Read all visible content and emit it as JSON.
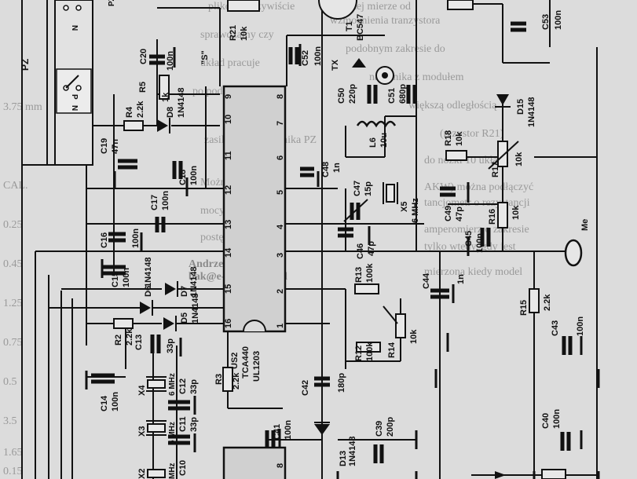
{
  "background_text": {
    "top_right": [
      "w dużej mierze od",
      "wzmocnienia tranzystora",
      "podobnym zakresie do",
      "nadajnika z modułem",
      "większą odległością",
      "(rezystor R21)"
    ],
    "right_col": [
      "do nóżki 10 układu",
      "AKW) można podłączyć",
      "tancjometr o rezystancji",
      "amperomierz o zakresie",
      "tylko wtedy, gdy jest",
      "mierzona kiedy model"
    ],
    "middle_col": [
      "plików. Oczywiście",
      "sprawdzamy czy",
      "układ pracuje",
      "po podłączeniu",
      "zasilania przełącznika PZ",
      "Można nadajnik",
      "mocy nadajnika",
      "postępując do",
      "Andrzej Jarzyński",
      "bak@e-writer.com.pl"
    ],
    "left_col": [
      "3.75 mm",
      "CAL.",
      "0.25",
      "0.45",
      "1.25",
      "0.75",
      "0.5",
      "3.5",
      "1.65",
      "0.15"
    ]
  },
  "components": {
    "R21": {
      "name": "R21",
      "value": "10k"
    },
    "T1": {
      "name": "T1",
      "value": "BC547"
    },
    "C53": {
      "name": "C53",
      "value": "100n"
    },
    "C20": {
      "name": "C20",
      "value": "100n"
    },
    "C52": {
      "name": "C52",
      "value": "100n"
    },
    "S": {
      "name": "\"S\""
    },
    "TX": {
      "name": "TX"
    },
    "R5": {
      "name": "R5",
      "value": "1k"
    },
    "C50": {
      "name": "C50",
      "value": "220p"
    },
    "C51": {
      "name": "C51",
      "value": "680p"
    },
    "R4": {
      "name": "R4",
      "value": "2.2k"
    },
    "D8": {
      "name": "D8",
      "value": "1N4148"
    },
    "D15": {
      "name": "D15",
      "value": "1N4148"
    },
    "C19": {
      "name": "C19",
      "value": "47n"
    },
    "L6": {
      "name": "L6",
      "value": "10u"
    },
    "R18": {
      "name": "R18",
      "value": "10k"
    },
    "R17": {
      "name": "R17",
      "value": "10k"
    },
    "C18": {
      "name": "C18",
      "value": "100n"
    },
    "C48": {
      "name": "C48",
      "value": "1n"
    },
    "C47": {
      "name": "C47",
      "value": "15p"
    },
    "X5": {
      "name": "X5",
      "value": "6 MHz"
    },
    "C49": {
      "name": "C49",
      "value": "47p"
    },
    "C17": {
      "name": "C17",
      "value": "100n"
    },
    "R16": {
      "name": "R16",
      "value": "10k"
    },
    "C16": {
      "name": "C16",
      "value": "100n"
    },
    "C46": {
      "name": "C46",
      "value": "47p"
    },
    "C45": {
      "name": "C45",
      "value": "100n"
    },
    "Me": {
      "name": "Me"
    },
    "C15": {
      "name": "C15",
      "value": "100n"
    },
    "D6": {
      "name": "D6",
      "value": "1N4148"
    },
    "D7": {
      "name": "D7",
      "value": "1N4148"
    },
    "R13": {
      "name": "R13",
      "value": "100k"
    },
    "C44": {
      "name": "C44",
      "value": "1n"
    },
    "D5": {
      "name": "D5",
      "value": "1N4148"
    },
    "R15": {
      "name": "R15",
      "value": "2.2k"
    },
    "R2": {
      "name": "R2",
      "value": "2.2k"
    },
    "C13": {
      "name": "C13",
      "value": "33p"
    },
    "R14": {
      "name": "R14",
      "value": "10k"
    },
    "C43": {
      "name": "C43",
      "value": "100n"
    },
    "R12": {
      "name": "R12",
      "value": "100k"
    },
    "US2": {
      "name": "US2",
      "value": "TCA440",
      "alt": "UL1203"
    },
    "X4": {
      "name": "X4",
      "value": "6 MHz"
    },
    "C12": {
      "name": "C12",
      "value": "33p"
    },
    "R3": {
      "name": "R3",
      "value": "2.2k"
    },
    "C14": {
      "name": "C14",
      "value": "100n"
    },
    "C42": {
      "name": "C42",
      "value": "180p"
    },
    "C41": {
      "name": "C41",
      "value": "100n"
    },
    "D13": {
      "name": "D13",
      "value": "1N4148"
    },
    "C39": {
      "name": "C39",
      "value": "200p"
    },
    "C40": {
      "name": "C40",
      "value": "100n"
    },
    "X3": {
      "name": "X3",
      "value": "6 MHz"
    },
    "C11": {
      "name": "C11",
      "value": "33p"
    },
    "X2": {
      "name": "X2",
      "value": "MHz"
    },
    "C10": {
      "name": "C10"
    },
    "PZ": {
      "name": "PZ"
    },
    "PZ2": {
      "name": "PZ"
    },
    "N": {
      "name": "N"
    },
    "P": {
      "name": "P"
    }
  },
  "pins": [
    "1",
    "2",
    "3",
    "4",
    "5",
    "6",
    "7",
    "8",
    "9",
    "10",
    "11",
    "12",
    "13",
    "14",
    "15",
    "16"
  ],
  "pin_number_8": "8"
}
